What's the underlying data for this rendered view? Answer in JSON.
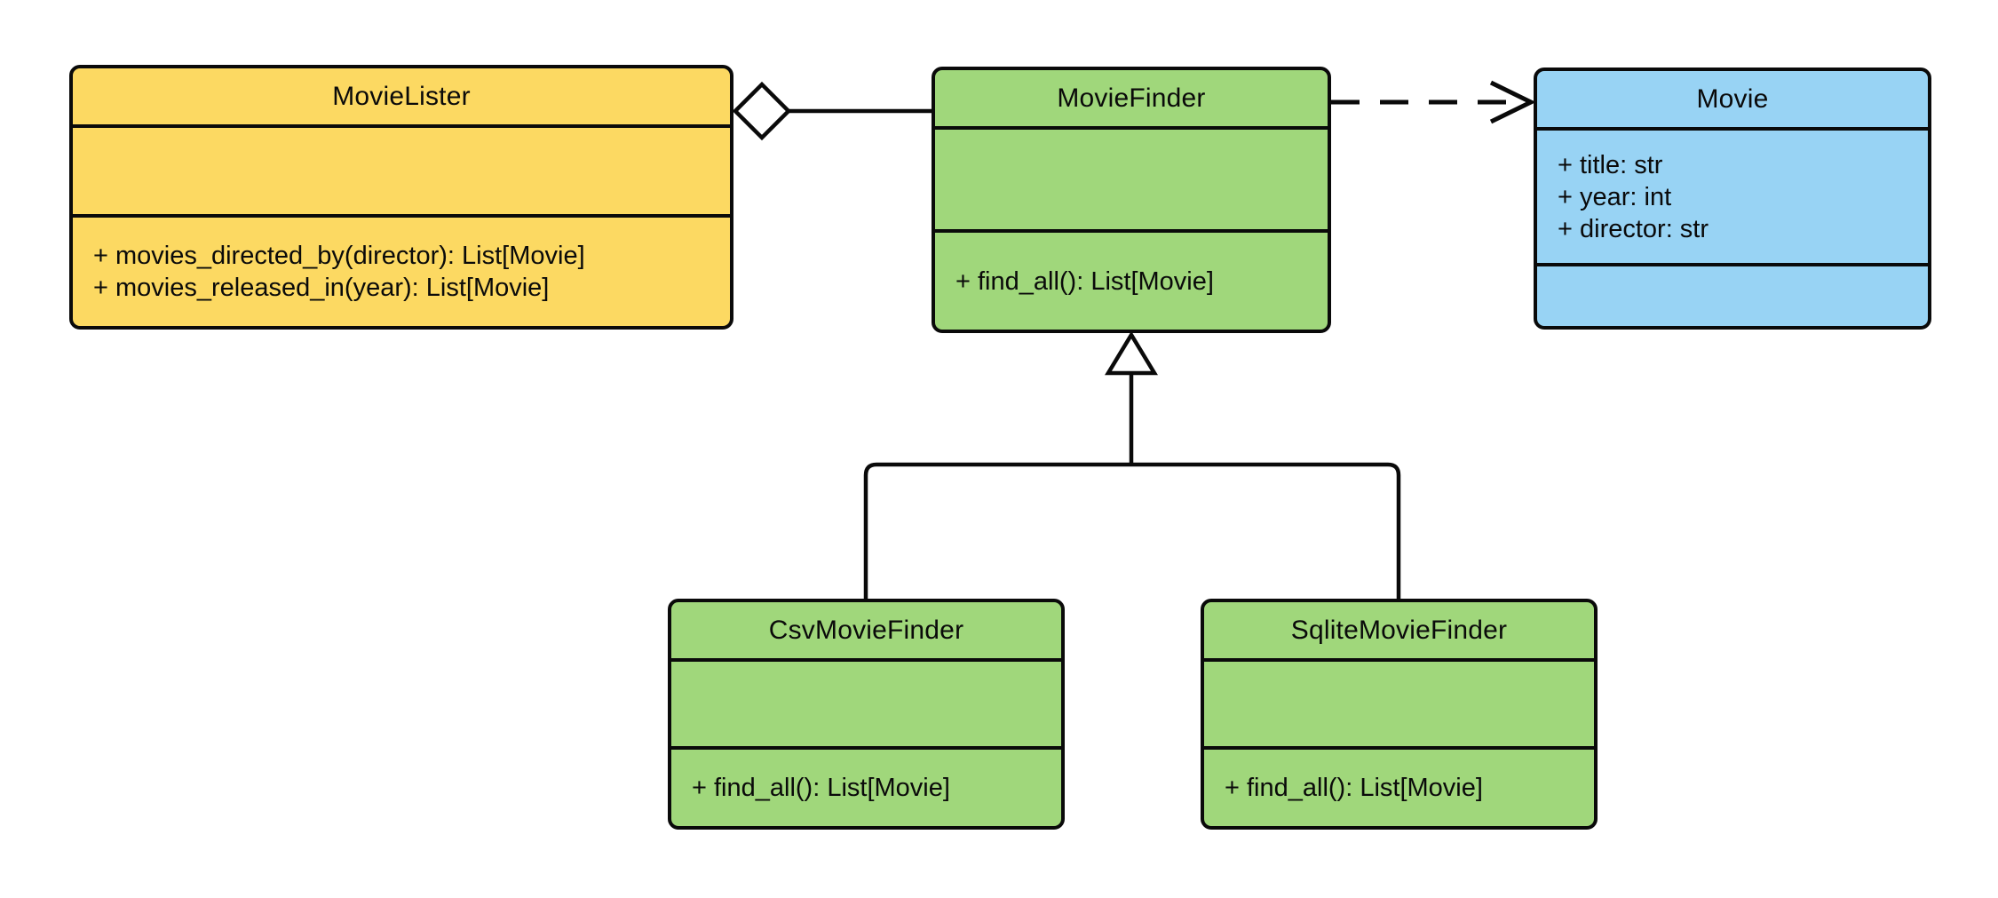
{
  "diagram": {
    "kind": "uml-class-diagram",
    "classes": [
      {
        "name": "MovieLister",
        "fill": "#FCD962",
        "attributes": [],
        "methods": [
          "+ movies_directed_by(director): List[Movie]",
          "+ movies_released_in(year): List[Movie]"
        ]
      },
      {
        "name": "MovieFinder",
        "fill": "#A0D77B",
        "attributes": [],
        "methods": [
          "+ find_all(): List[Movie]"
        ]
      },
      {
        "name": "Movie",
        "fill": "#98D3F4",
        "attributes": [
          "+ title: str",
          "+ year: int",
          "+ director: str"
        ],
        "methods": []
      },
      {
        "name": "CsvMovieFinder",
        "fill": "#A0D77B",
        "attributes": [],
        "methods": [
          "+ find_all(): List[Movie]"
        ]
      },
      {
        "name": "SqliteMovieFinder",
        "fill": "#A0D77B",
        "attributes": [],
        "methods": [
          "+ find_all(): List[Movie]"
        ]
      }
    ],
    "relationships": [
      {
        "type": "aggregation",
        "from": "MovieLister",
        "to": "MovieFinder"
      },
      {
        "type": "dependency",
        "from": "MovieFinder",
        "to": "Movie"
      },
      {
        "type": "inheritance",
        "from": "CsvMovieFinder",
        "to": "MovieFinder"
      },
      {
        "type": "inheritance",
        "from": "SqliteMovieFinder",
        "to": "MovieFinder"
      }
    ],
    "colors": {
      "class_yellow": "#FCD962",
      "class_green": "#A0D77B",
      "class_blue": "#98D3F4",
      "stroke": "#0A0A0A",
      "background": "#FFFFFF"
    }
  }
}
